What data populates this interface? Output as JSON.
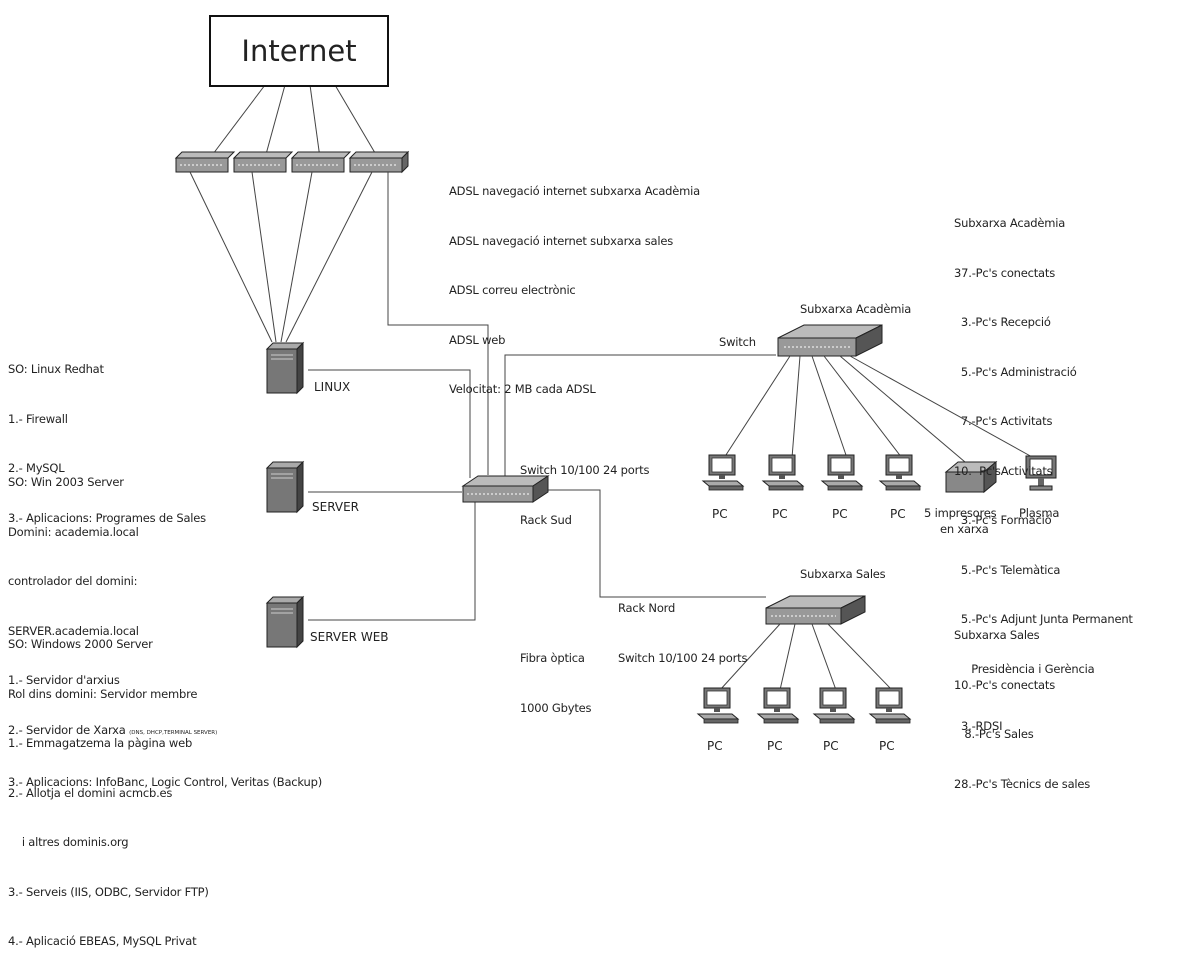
{
  "internet": {
    "label": "Internet"
  },
  "adsl_lines": [
    "ADSL navegació internet subxarxa Acadèmia",
    "ADSL navegació internet subxarxa sales",
    "ADSL correu electrònic",
    "ADSL web",
    "Velocitat: 2 MB cada ADSL"
  ],
  "servers": {
    "linux": {
      "label": "LINUX",
      "info": [
        "SO: Linux Redhat",
        "1.- Firewall",
        "2.- MySQL",
        "3.- Aplicacions: Programes de Sales"
      ]
    },
    "server": {
      "label": "SERVER",
      "info": [
        "SO: Win 2003 Server",
        "Domini: academia.local",
        "controlador del domini:",
        "SERVER.academia.local",
        "1.- Servidor d'arxius"
      ],
      "info_line6_main": "2.- Servidor de Xarxa ",
      "info_line6_small": "(DNS, DHCP,TERMINAL SERVER)",
      "info_line7": "3.- Aplicacions: InfoBanc, Logic Control, Veritas (Backup)"
    },
    "web": {
      "label": "SERVER WEB",
      "info": [
        "SO: Windows 2000 Server",
        "Rol dins domini: Servidor membre",
        "1.- Emmagatzema la pàgina web",
        "2.- Allotja el domini acmcb.es",
        "    i altres dominis.org",
        "3.- Serveis (IIS, ODBC, Servidor FTP)",
        "4.- Aplicació EBEAS, MySQL Privat"
      ]
    }
  },
  "central_switch": {
    "lines": [
      "Switch 10/100 24 ports",
      "Rack Sud"
    ]
  },
  "academia": {
    "switch_label": "Switch",
    "title": "Subxarxa Acadèmia",
    "pc_label": "PC",
    "printer_label_1": "5 impresores",
    "printer_label_2": "en xarxa",
    "plasma_label": "Plasma",
    "info": [
      "Subxarxa Acadèmia",
      "37.-Pc's conectats",
      "  3.-Pc's Recepció",
      "  5.-Pc's Administració",
      "  7.-Pc's Activitats",
      "10.- Pc'sActivitats",
      "  3.-Pc's Formació",
      "  5.-Pc's Telemàtica",
      "  5.-Pc's Adjunt Junta Permanent",
      "     Presidència i Gerència"
    ]
  },
  "sales": {
    "rack_lines": [
      "Rack Nord",
      "Switch 10/100 24 ports"
    ],
    "title": "Subxarxa Sales",
    "fibra_lines": [
      "Fibra òptica",
      "1000 Gbytes"
    ],
    "pc_label": "PC",
    "info": [
      "Subxarxa Sales",
      "10.-Pc's conectats",
      "   8.-Pc's Sales",
      "28.-Pc's Tècnics de sales"
    ],
    "rdsi": "3.-RDSI"
  }
}
